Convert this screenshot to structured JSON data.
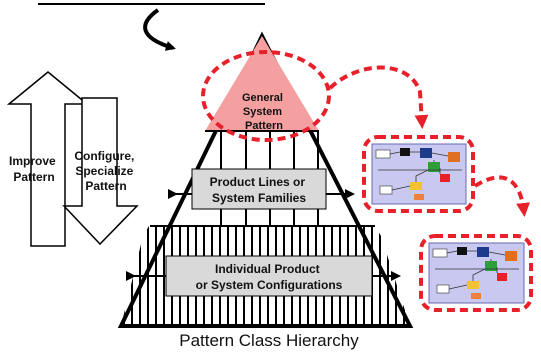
{
  "diagram": {
    "apex_label": [
      "General",
      "System",
      "Pattern"
    ],
    "middle_label": [
      "Product Lines or",
      "System Families"
    ],
    "bottom_label": [
      "Individual Product",
      "or System Configurations"
    ],
    "up_arrow_label": [
      "Improve",
      "Pattern"
    ],
    "down_arrow_label": [
      "Configure,",
      "Specialize",
      "Pattern"
    ],
    "caption": "Pattern Class Hierarchy",
    "colors": {
      "apex_fill": "#f4a0a0",
      "dashed_red": "#e8202a",
      "box_fill": "#d9d9d9",
      "thumb_fill": "#c8c8f0"
    }
  }
}
